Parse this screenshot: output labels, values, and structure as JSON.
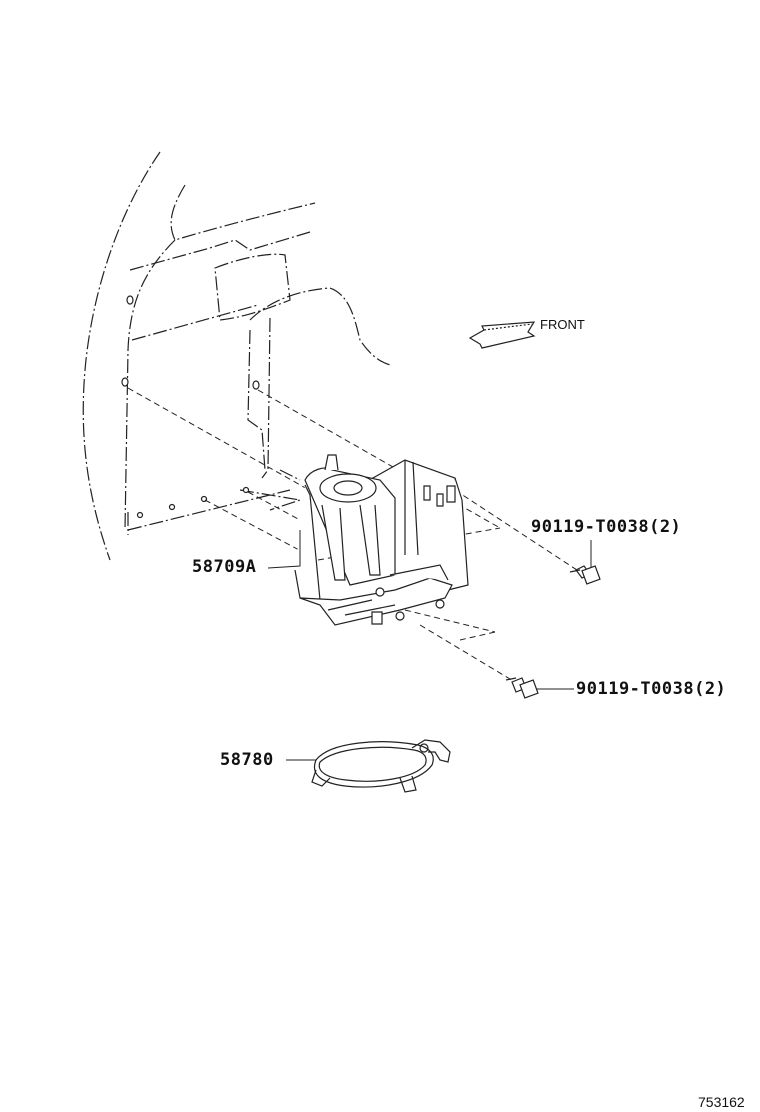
{
  "direction_label": "FRONT",
  "parts": [
    {
      "id": "p1",
      "number": "58709A"
    },
    {
      "id": "p2",
      "number": "90119-T0038(2)"
    },
    {
      "id": "p3",
      "number": "90119-T0038(2)"
    },
    {
      "id": "p4",
      "number": "58780"
    }
  ],
  "figure_number": "753162"
}
